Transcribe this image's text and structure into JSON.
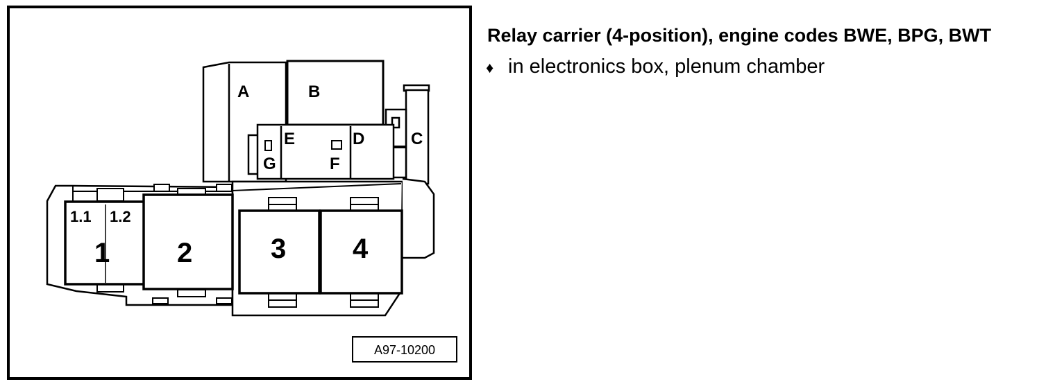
{
  "heading": "Relay carrier (4-position), engine codes BWE, BPG, BWT",
  "bullets": [
    {
      "marker": "♦",
      "text": "in electronics box, plenum chamber"
    }
  ],
  "figure": {
    "code": "A97-10200",
    "labels": {
      "A": "A",
      "B": "B",
      "C": "C",
      "D": "D",
      "E": "E",
      "F": "F",
      "G": "G",
      "relay_1": "1",
      "relay_1_1": "1.1",
      "relay_1_2": "1.2",
      "relay_2": "2",
      "relay_3": "3",
      "relay_4": "4"
    }
  }
}
